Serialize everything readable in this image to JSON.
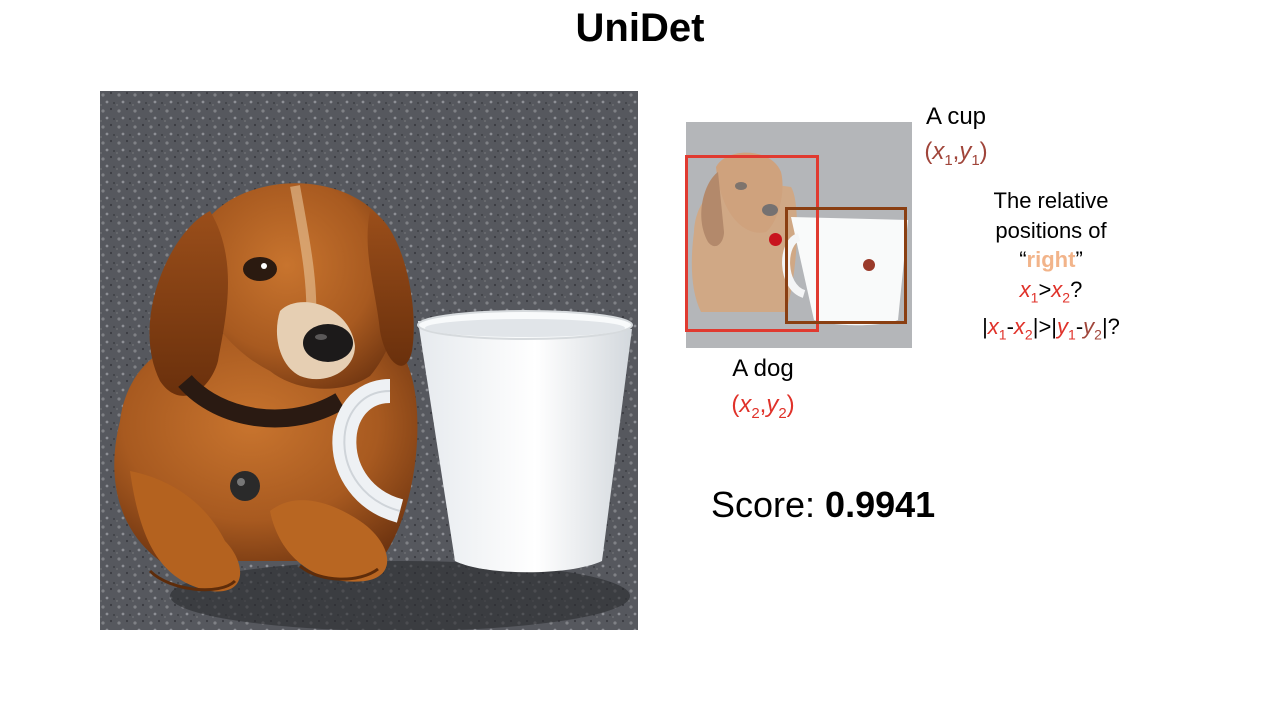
{
  "slide": {
    "title": "UniDet"
  },
  "annotation": {
    "cup_label": "A cup",
    "cup_coord": {
      "open": "(",
      "x": "x",
      "x_sub": "1",
      "comma": ",",
      "y": "y",
      "y_sub": "1",
      "close": ")"
    },
    "dog_label": "A dog",
    "dog_coord": {
      "open": "(",
      "x": "x",
      "x_sub": "2",
      "comma": ",",
      "y": "y",
      "y_sub": "2",
      "close": ")"
    },
    "relation": {
      "line1": "The relative",
      "line2": "positions of",
      "open_quote": "“",
      "word": "right",
      "close_quote": "”",
      "cond1": {
        "a": "x",
        "a_sub": "1",
        "op": ">",
        "b": "x",
        "b_sub": "2",
        "q": "?"
      },
      "cond2": {
        "bar1": "|",
        "a": "x",
        "a_sub": "1",
        "minus1": "-",
        "b": "x",
        "b_sub": "2",
        "bar2": "|",
        "op": ">",
        "bar3": "|",
        "c": "y",
        "c_sub": "1",
        "minus2": "-",
        "d": "y",
        "d_sub": "2",
        "bar4": "|",
        "q": "?"
      }
    },
    "colors": {
      "dog_box": "#e03a30",
      "cup_box": "#8a3f12",
      "dog_point": "#c8141e",
      "cup_point": "#9a3a2a",
      "relation_word": "#f2b48a"
    }
  },
  "score": {
    "label": "Score: ",
    "value": "0.9941"
  },
  "images": {
    "main": "photo of a brown dog lying on asphalt next to a white mug",
    "thumbnail": "faded copy of the dog and mug photo with detection boxes"
  }
}
